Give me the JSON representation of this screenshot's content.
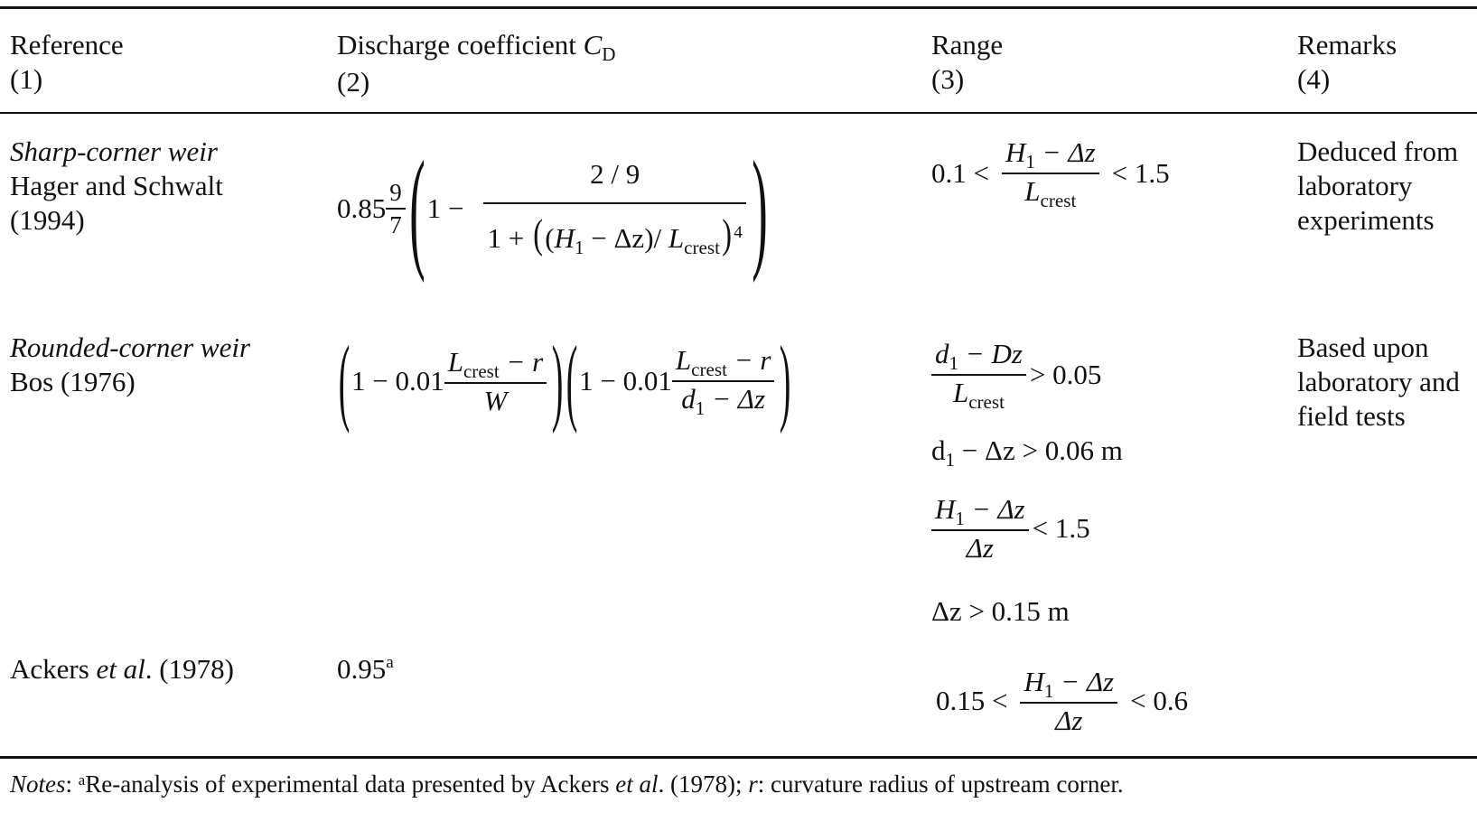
{
  "table": {
    "columns": [
      {
        "label": "Reference",
        "number": "(1)"
      },
      {
        "label": "Discharge coefficient",
        "symbol": "C",
        "symbol_sub": "D",
        "number": "(2)"
      },
      {
        "label": "Range",
        "number": "(3)"
      },
      {
        "label": "Remarks",
        "number": "(4)"
      }
    ],
    "rows": [
      {
        "category": "Sharp-corner weir",
        "reference_line1": "Hager and Schwalt",
        "reference_line2": "(1994)",
        "coefficient": {
          "prefix": "0.85",
          "frac_num": "9",
          "frac_den": "7",
          "one_minus": "1 −",
          "inner_num": "2 / 9",
          "inner_den_prefix": "1 + ",
          "inner_den_expr_H": "H",
          "inner_den_expr_H_sub": "1",
          "inner_den_expr_mid": " − Δz)/ ",
          "inner_den_L": "L",
          "inner_den_L_sub": "crest",
          "inner_den_exp": "4"
        },
        "range": [
          {
            "left": "0.1 <",
            "num_H": "H",
            "num_H_sub": "1",
            "num_rest": " − Δz",
            "den_L": "L",
            "den_L_sub": "crest",
            "right": "< 1.5"
          }
        ],
        "remarks": [
          "Deduced from",
          "laboratory",
          "experiments"
        ]
      },
      {
        "category": "Rounded-corner weir",
        "reference_line1": "Bos (1976)",
        "coefficient": {
          "term1_prefix": "1 − 0.01",
          "term1_num_L": "L",
          "term1_num_L_sub": "crest",
          "term1_num_rest": " − r",
          "term1_den": "W",
          "term2_prefix": "1 − 0.01",
          "term2_num_L": "L",
          "term2_num_L_sub": "crest",
          "term2_num_rest": " − r",
          "term2_den_d": "d",
          "term2_den_d_sub": "1",
          "term2_den_rest": " − Δz"
        },
        "range": {
          "r1_num_d": "d",
          "r1_num_d_sub": "1",
          "r1_num_rest": " − Dz",
          "r1_den_L": "L",
          "r1_den_L_sub": "crest",
          "r1_right": "> 0.05",
          "r2_d": "d",
          "r2_d_sub": "1",
          "r2_rest": " − Δz > 0.06 m",
          "r3_num_H": "H",
          "r3_num_H_sub": "1",
          "r3_num_rest": " − Δz",
          "r3_den": "Δz",
          "r3_right": "< 1.5",
          "r4": "Δz > 0.15 m"
        },
        "remarks": [
          "Based upon",
          "laboratory and",
          "field tests"
        ]
      },
      {
        "reference_author": "Ackers ",
        "reference_etal": "et al",
        "reference_year": ". (1978)",
        "coefficient": {
          "value": "0.95",
          "note_mark": "a"
        },
        "range": {
          "left": "0.15 <",
          "num_H": "H",
          "num_H_sub": "1",
          "num_rest": " − Δz",
          "den": "Δz",
          "right": "< 0.6"
        }
      }
    ]
  },
  "notes": {
    "label": "Notes",
    "colon": ": ",
    "mark": "a",
    "text1": "Re-analysis of experimental data presented by Ackers ",
    "etal": "et al",
    "text2": ". (1978); ",
    "r_symbol": "r",
    "text3": ": curvature radius of upstream corner."
  }
}
